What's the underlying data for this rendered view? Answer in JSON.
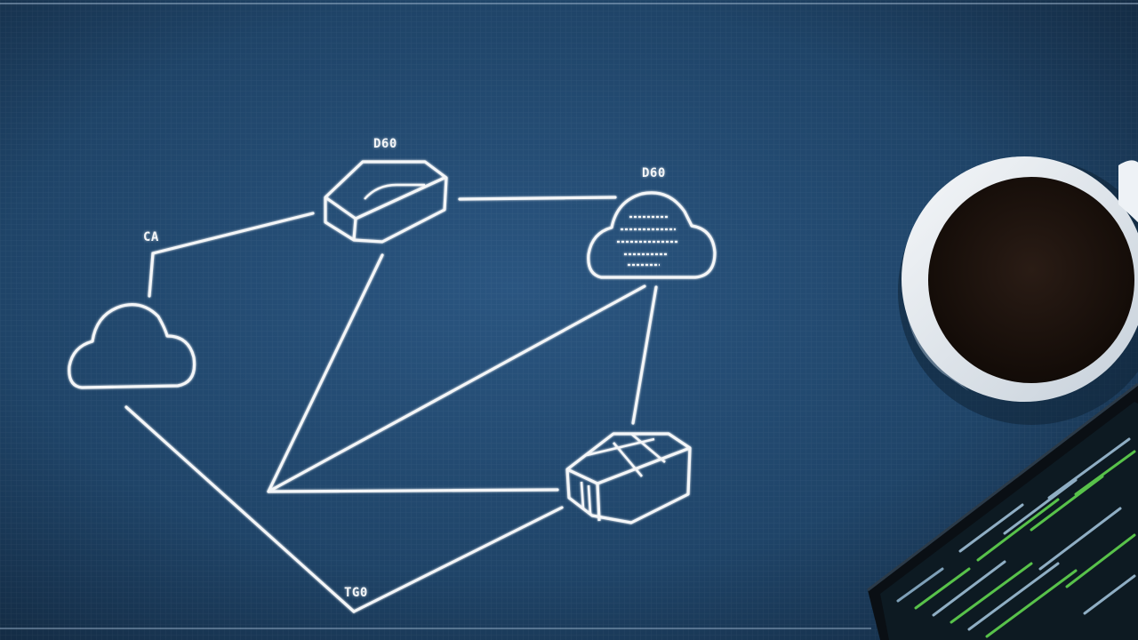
{
  "scene": {
    "background_color": "#1d3e5e",
    "chalk_color": "#f4f6f8",
    "labels": {
      "top_server": "D60",
      "right_cloud": "D60",
      "left_cloud": "CA",
      "bottom_node": "TG0"
    },
    "icons": [
      "cloud-icon",
      "server-box-icon",
      "cloud-database-icon",
      "package-box-icon"
    ],
    "props": [
      "coffee-mug",
      "laptop-with-code"
    ]
  }
}
